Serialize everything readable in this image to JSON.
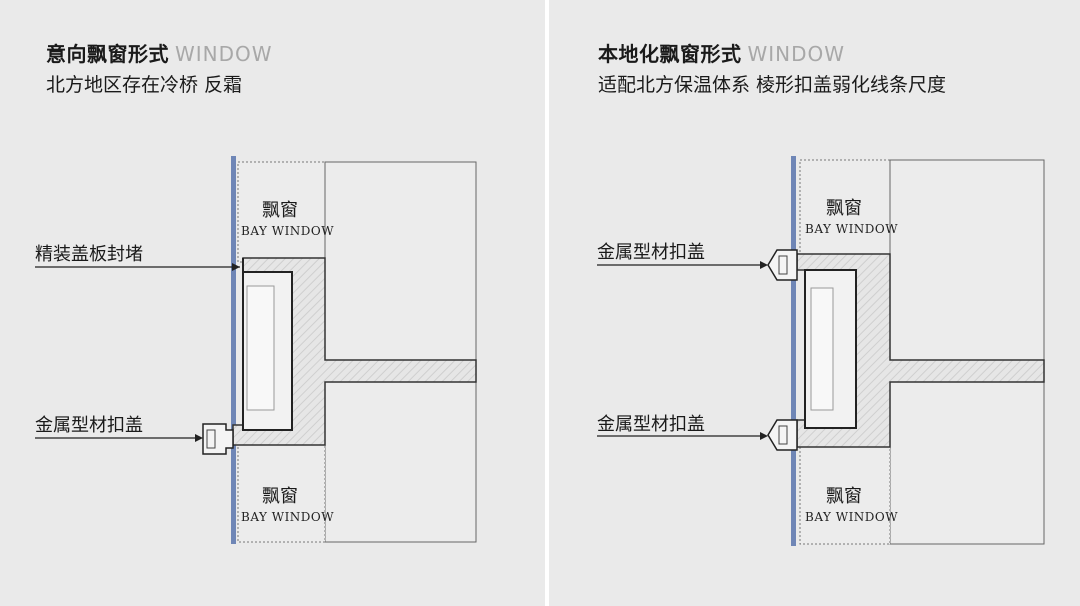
{
  "left": {
    "title_cn": "意向飘窗形式",
    "title_en": "WINDOW",
    "subtitle": "北方地区存在冷桥 反霜",
    "callout_top": "精装盖板封堵",
    "callout_bottom": "金属型材扣盖",
    "bay_top_cn": "飘窗",
    "bay_top_en": "BAY WINDOW",
    "bay_bottom_cn": "飘窗",
    "bay_bottom_en": "BAY WINDOW"
  },
  "right": {
    "title_cn": "本地化飘窗形式",
    "title_en": "WINDOW",
    "subtitle": "适配北方保温体系 棱形扣盖弱化线条尺度",
    "callout_top": "金属型材扣盖",
    "callout_bottom": "金属型材扣盖",
    "bay_top_cn": "飘窗",
    "bay_top_en": "BAY WINDOW",
    "bay_bottom_cn": "飘窗",
    "bay_bottom_en": "BAY WINDOW"
  },
  "colors": {
    "background": "#eaeaea",
    "glass_line": "#6f86b6",
    "hatch": "#d6d6d6",
    "line": "#222222"
  }
}
